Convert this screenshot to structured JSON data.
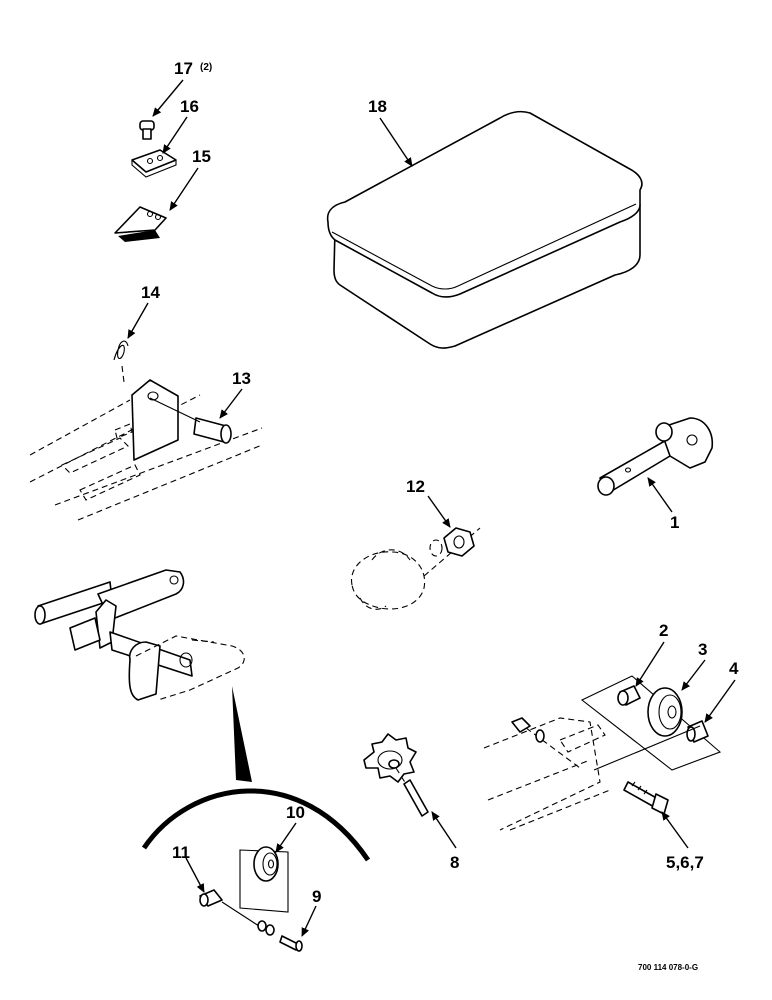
{
  "callouts": {
    "c1": "1",
    "c2": "2",
    "c3": "3",
    "c4": "4",
    "c567": "5,6,7",
    "c8": "8",
    "c9": "9",
    "c10": "10",
    "c11": "11",
    "c12": "12",
    "c13": "13",
    "c14": "14",
    "c15": "15",
    "c16": "16",
    "c17": "17",
    "c17_qty": "(2)",
    "c18": "18"
  },
  "figure_number": "700 114 078-0-G"
}
